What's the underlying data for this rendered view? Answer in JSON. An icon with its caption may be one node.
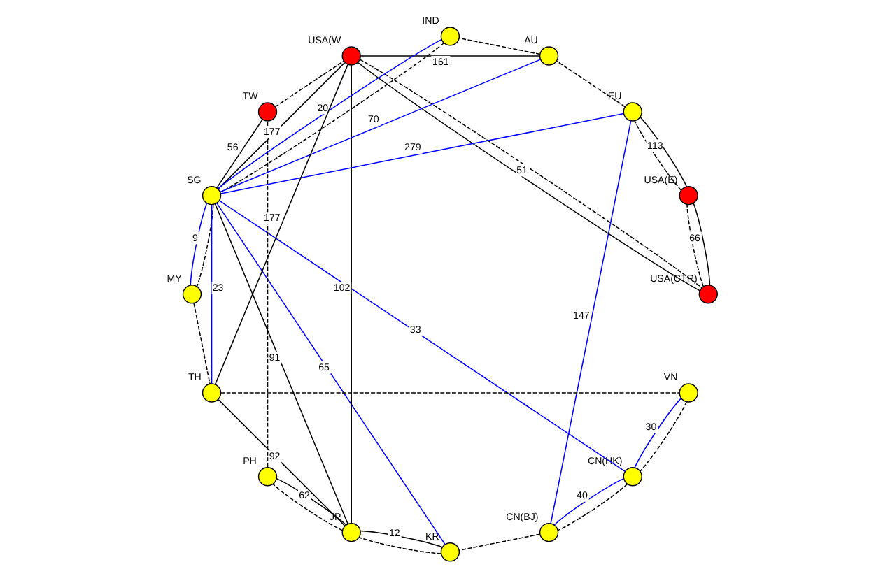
{
  "diagram": {
    "nodes": [
      {
        "text": [],
        "shape": "circle",
        "beside": [
          "VN"
        ]
      },
      {
        "text": [],
        "shape": "circle",
        "beside": [
          "CN(HK)"
        ]
      },
      {
        "text": [],
        "shape": "circle",
        "beside": [
          "CN(BJ)"
        ]
      },
      {
        "text": [],
        "shape": "circle",
        "beside": [
          "KR"
        ]
      },
      {
        "text": [],
        "shape": "circle",
        "beside": [
          "JP"
        ]
      },
      {
        "text": [],
        "shape": "circle",
        "beside": [
          "PH"
        ]
      },
      {
        "text": [],
        "shape": "circle",
        "beside": [
          "TW"
        ]
      },
      {
        "text": [],
        "shape": "circle",
        "beside": [
          "USA(W"
        ]
      },
      {
        "text": [],
        "shape": "circle",
        "beside": [
          "USA(CTR)"
        ]
      },
      {
        "text": [],
        "shape": "circle",
        "beside": [
          "USA(E)"
        ]
      },
      {
        "text": [],
        "shape": "circle",
        "beside": [
          "EU"
        ]
      },
      {
        "text": [],
        "shape": "circle",
        "beside": [
          "AU"
        ]
      },
      {
        "text": [],
        "shape": "circle",
        "beside": [
          "IND"
        ]
      },
      {
        "text": [],
        "shape": "circle",
        "beside": [
          "SG"
        ]
      },
      {
        "text": [],
        "shape": "circle",
        "beside": [
          "MY"
        ]
      },
      {
        "text": [],
        "shape": "circle",
        "beside": [
          "TH"
        ]
      }
    ],
    "edges": [
      {
        "from": 0,
        "to": 1,
        "arrow": "none",
        "style": "dashed"
      },
      {
        "from": 1,
        "to": 2,
        "arrow": "none",
        "style": "dashed"
      },
      {
        "from": 2,
        "to": 3,
        "arrow": "none",
        "style": "dashed"
      },
      {
        "from": 3,
        "to": 4,
        "arrow": "none",
        "style": "dashed"
      },
      {
        "from": 4,
        "to": 5,
        "arrow": "none",
        "style": "dashed"
      },
      {
        "from": 5,
        "to": 6,
        "arrow": "none",
        "style": "dashed"
      },
      {
        "from": 6,
        "to": 7,
        "arrow": "none",
        "style": "dashed"
      },
      {
        "from": 7,
        "to": 8,
        "arrow": "none",
        "style": "dashed"
      },
      {
        "from": 8,
        "to": 9,
        "arrow": "none",
        "style": "dashed"
      },
      {
        "from": 9,
        "to": 10,
        "arrow": "none",
        "style": "dashed"
      },
      {
        "from": 10,
        "to": 11,
        "arrow": "none",
        "style": "dashed"
      },
      {
        "from": 11,
        "to": 12,
        "arrow": "none",
        "style": "dashed"
      },
      {
        "from": 12,
        "to": 13,
        "arrow": "none",
        "style": "dashed"
      },
      {
        "from": 13,
        "to": 14,
        "arrow": "none",
        "style": "dashed"
      },
      {
        "from": 14,
        "to": 15,
        "arrow": "none",
        "style": "dashed"
      },
      {
        "from": 15,
        "to": 0,
        "arrow": "none",
        "style": "dashed"
      },
      {
        "from": 0,
        "to": 1,
        "arrow": "none",
        "label": "30",
        "color": "#0000ff"
      },
      {
        "from": 1,
        "to": 2,
        "arrow": "none",
        "label": "40",
        "color": "#0000ff"
      },
      {
        "from": 1,
        "to": 13,
        "arrow": "none",
        "label": "33",
        "color": "#0000ff"
      },
      {
        "from": 2,
        "to": 10,
        "arrow": "none",
        "label": "147",
        "color": "#0000ff"
      },
      {
        "from": 3,
        "to": 13,
        "arrow": "none",
        "label": "65",
        "color": "#0000ff"
      },
      {
        "from": 3,
        "to": 4,
        "arrow": "none",
        "label": "12"
      },
      {
        "from": 4,
        "to": 5,
        "arrow": "none",
        "label": "62"
      },
      {
        "from": 4,
        "to": 15,
        "arrow": "none",
        "label": "92"
      },
      {
        "from": 4,
        "to": 13,
        "arrow": "none",
        "label": "91"
      },
      {
        "from": 4,
        "to": 7,
        "arrow": "none",
        "label": "102"
      },
      {
        "from": 15,
        "to": 7,
        "arrow": "none",
        "label": "177"
      },
      {
        "from": 6,
        "to": 13,
        "arrow": "none",
        "label": "56"
      },
      {
        "from": 7,
        "to": 13,
        "arrow": "none",
        "label": "177"
      },
      {
        "from": 7,
        "to": 11,
        "arrow": "none",
        "label": "161"
      },
      {
        "from": 7,
        "to": 8,
        "arrow": "none",
        "label": "51"
      },
      {
        "from": 8,
        "to": 9,
        "arrow": "none",
        "label": "66"
      },
      {
        "from": 9,
        "to": 10,
        "arrow": "none",
        "label": "113"
      },
      {
        "from": 15,
        "to": 13,
        "arrow": "none",
        "label": "23",
        "color": "#0000ff"
      },
      {
        "from": 14,
        "to": 13,
        "arrow": "none",
        "label": "9",
        "color": "#0000ff"
      },
      {
        "from": 13,
        "to": 12,
        "arrow": "none",
        "label": "20",
        "color": "#0000ff"
      },
      {
        "from": 13,
        "to": 11,
        "arrow": "none",
        "label": "70",
        "color": "#0000ff"
      },
      {
        "from": 13,
        "to": 10,
        "arrow": "none",
        "label": "279",
        "color": "#0000ff"
      }
    ]
  }
}
